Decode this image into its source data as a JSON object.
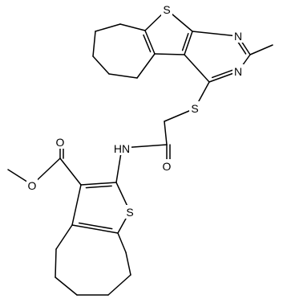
{
  "molecule": {
    "atoms": {
      "s_top": "S",
      "n_pyr_upper": "N",
      "n_pyr_lower": "N",
      "s_thioether": "S",
      "nh_amide": "HN",
      "o_amide": "O",
      "o_ester_carbonyl": "O",
      "o_ester_methoxy": "O",
      "s_lower": "S"
    }
  }
}
